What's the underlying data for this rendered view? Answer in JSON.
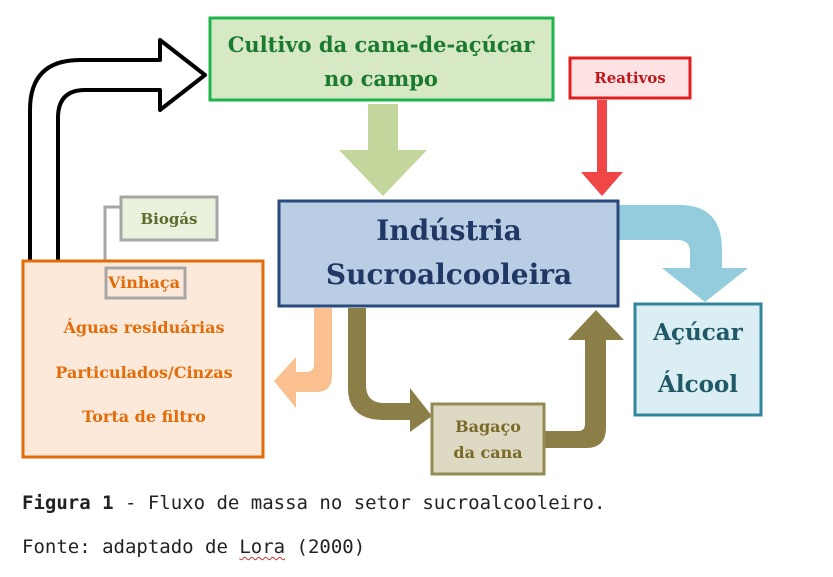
{
  "nodes": {
    "cultivo": {
      "line1": "Cultivo da cana-de-açúcar",
      "line2": "no campo"
    },
    "reativos": {
      "label": "Reativos"
    },
    "biogas": {
      "label": "Biogás"
    },
    "industria": {
      "line1": "Indústria",
      "line2": "Sucroalcooleira"
    },
    "residuos": {
      "items": [
        "Vinhaça",
        "Águas residuárias",
        "Particulados/Cinzas",
        "Torta de filtro"
      ]
    },
    "produtos": {
      "line1": "Açúcar",
      "line2": "Álcool"
    },
    "bagaco": {
      "line1": "Bagaço",
      "line2": "da cana"
    }
  },
  "caption": {
    "figure_label": "Figura 1",
    "figure_text": " - Fluxo de massa no setor sucroalcooleiro.",
    "source_prefix": "Fonte: adaptado de ",
    "source_author": "Lora",
    "source_suffix": " (2000)"
  },
  "colors": {
    "cultivo_fill": "#d7e8c4",
    "cultivo_stroke": "#1eb34d",
    "reativos_fill": "#fde3e3",
    "reativos_stroke": "#e02020",
    "biogas_fill": "#eaf1dd",
    "biogas_stroke": "#a6a6a6",
    "industria_fill": "#b9cde5",
    "industria_stroke": "#2a4a7c",
    "residuos_fill": "#fde9d9",
    "residuos_stroke": "#e36c0a",
    "produtos_fill": "#daeef3",
    "produtos_stroke": "#31859c",
    "bagaco_fill": "#ddd9c3",
    "bagaco_stroke": "#948a54",
    "arrow_green": "#c3d69b",
    "arrow_red": "#f04646",
    "arrow_blue": "#93cddd",
    "arrow_orange": "#fac090",
    "arrow_olive": "#8b7e47"
  }
}
